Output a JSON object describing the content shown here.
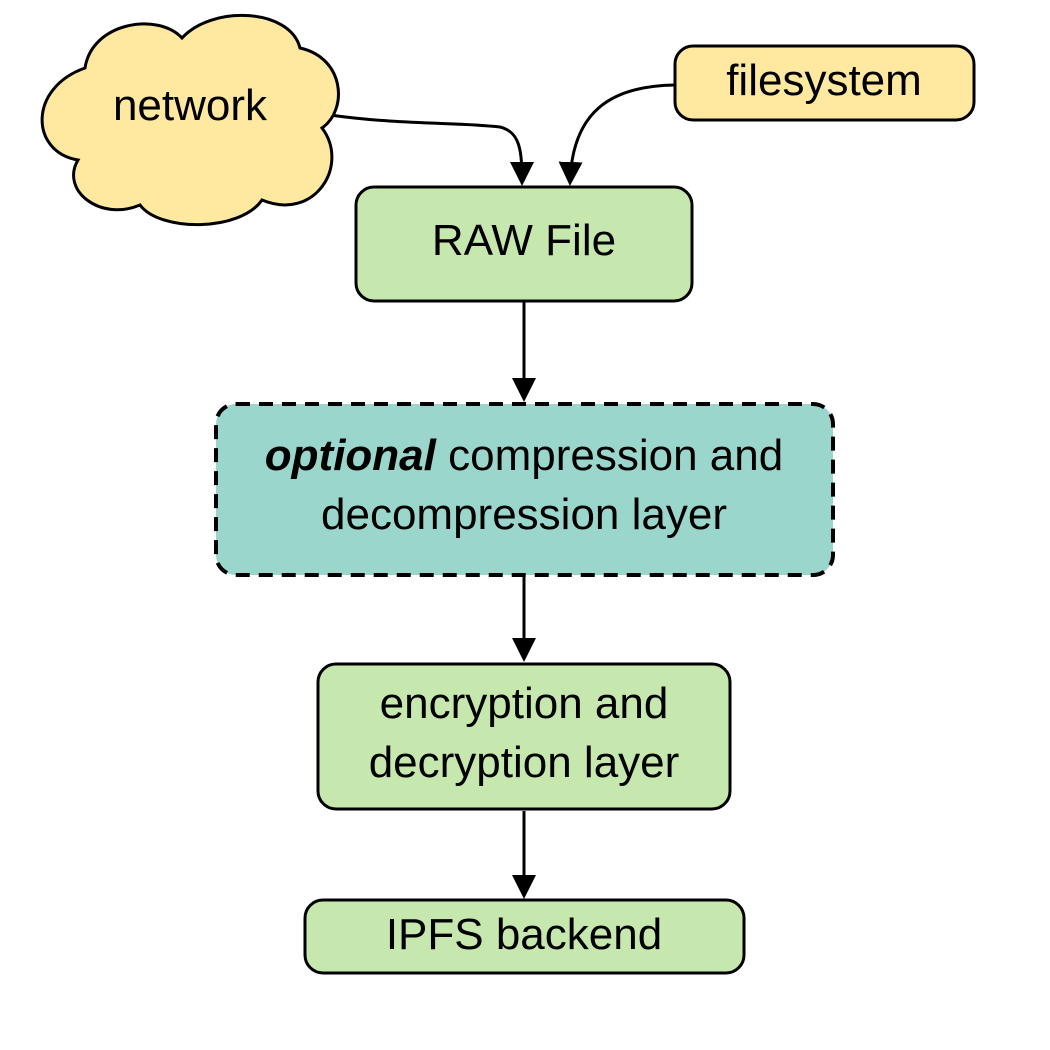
{
  "nodes": {
    "network": {
      "label": "network"
    },
    "filesystem": {
      "label": "filesystem"
    },
    "raw_file": {
      "label": "RAW File"
    },
    "compression": {
      "emphasis": "optional",
      "line1_rest": " compression and",
      "line2": "decompression layer"
    },
    "encryption": {
      "line1": "encryption and",
      "line2": "decryption layer"
    },
    "ipfs": {
      "label": "IPFS backend"
    }
  },
  "colors": {
    "source_fill": "#FFE9A0",
    "process_fill": "#C6E8AE",
    "optional_fill": "#9AD6CB",
    "stroke": "#000000"
  }
}
